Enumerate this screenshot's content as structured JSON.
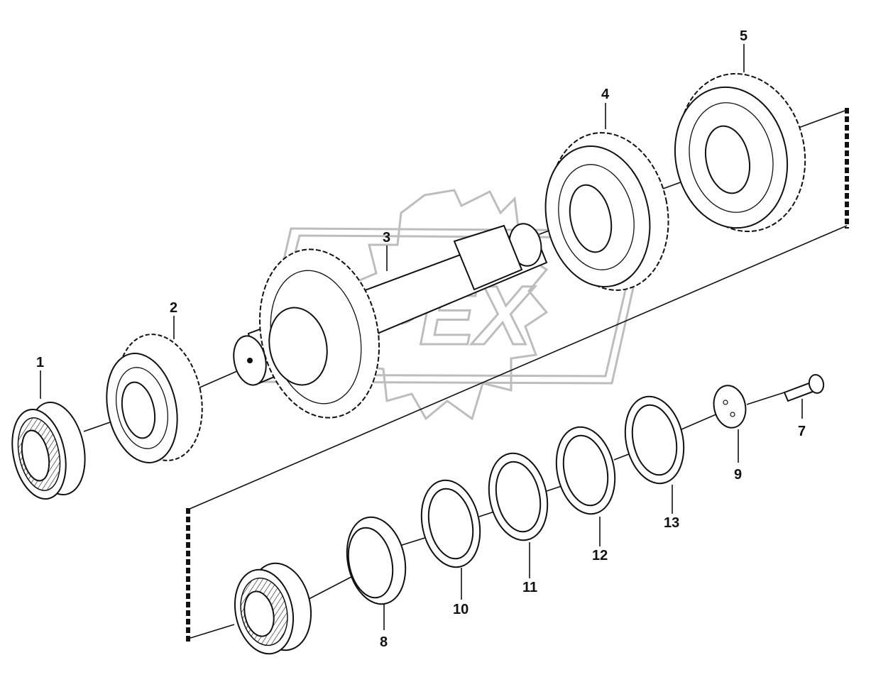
{
  "watermark": {
    "text": "OPEX"
  },
  "callouts": {
    "c1": "1",
    "c2": "2",
    "c3": "3",
    "c4": "4",
    "c5": "5",
    "c7": "7",
    "c8": "8",
    "c9": "9",
    "c10": "10",
    "c11": "11",
    "c12": "12",
    "c13": "13"
  }
}
